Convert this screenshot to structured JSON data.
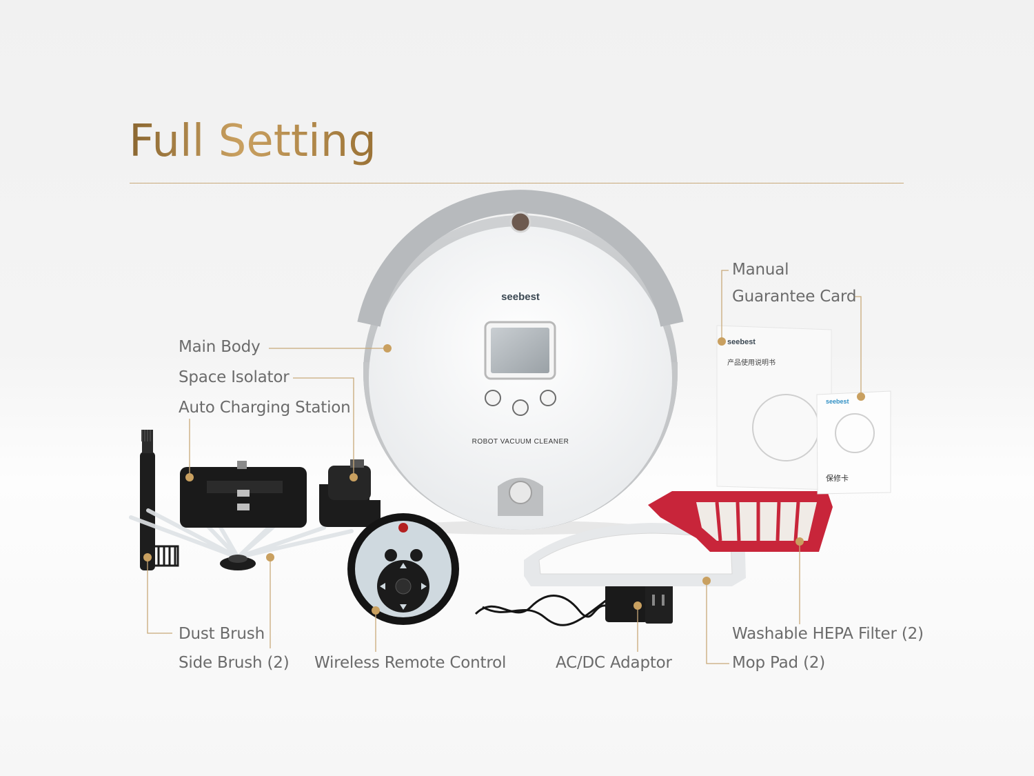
{
  "title": "Full Setting",
  "brand": "seebest",
  "robot_text": "ROBOT VACUUM CLEANER",
  "manual_text": "产品使用说明书",
  "card_text": "保修卡",
  "labels": {
    "main_body": "Main Body",
    "space_isolator": "Space Isolator",
    "auto_charging_station": "Auto Charging Station",
    "manual": "Manual",
    "guarantee_card": "Guarantee Card",
    "dust_brush": "Dust Brush",
    "side_brush": "Side Brush (2)",
    "wireless_remote_control": "Wireless Remote Control",
    "ac_dc_adaptor": "AC/DC Adaptor",
    "washable_hepa_filter": "Washable HEPA Filter (2)",
    "mop_pad": "Mop Pad (2)"
  },
  "colors": {
    "gold": "#c9a060",
    "leader": "#c8a979",
    "label_text": "#6b6b6b",
    "filter_red": "#c8253a"
  }
}
